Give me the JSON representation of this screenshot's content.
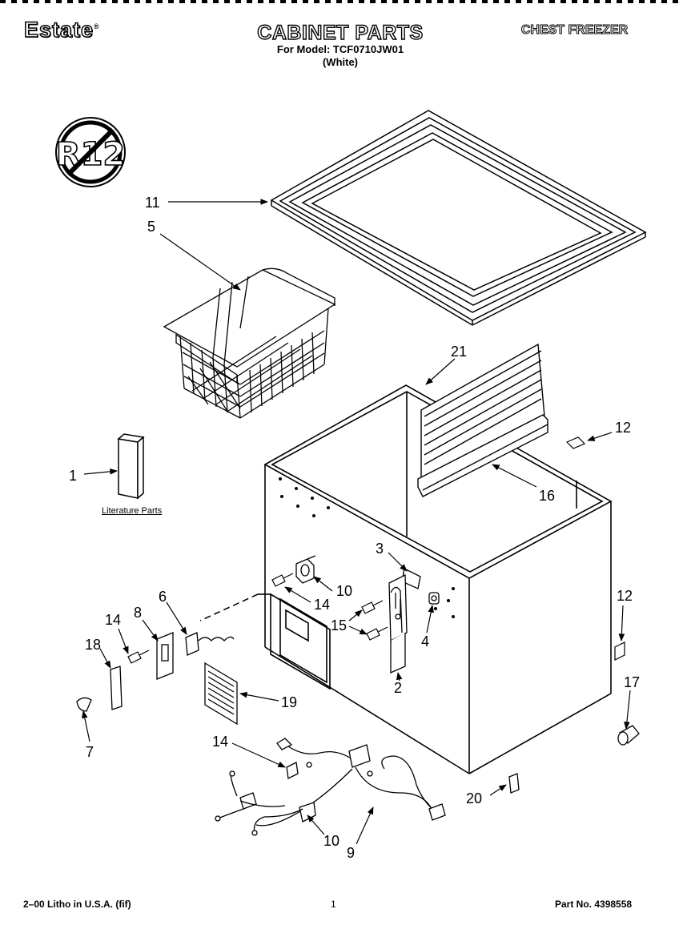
{
  "header": {
    "brand": "Estate",
    "brand_mark": "®",
    "title": "CABINET PARTS",
    "model_line": "For Model: TCF0710JW01",
    "color_line": "(White)",
    "product_type": "CHEST FREEZER"
  },
  "badge": {
    "text": "R12",
    "icon": "no-r12-refrigerant-icon"
  },
  "callouts": [
    "11",
    "5",
    "21",
    "12",
    "1",
    "16",
    "3",
    "6",
    "14",
    "10",
    "12",
    "8",
    "14",
    "15",
    "18",
    "4",
    "2",
    "19",
    "17",
    "7",
    "14",
    "20",
    "10",
    "9"
  ],
  "literature_label": "Literature Parts",
  "footer": {
    "left": "2–00 Litho in U.S.A. (fif)",
    "center": "1",
    "right": "Part No. 4398558"
  }
}
